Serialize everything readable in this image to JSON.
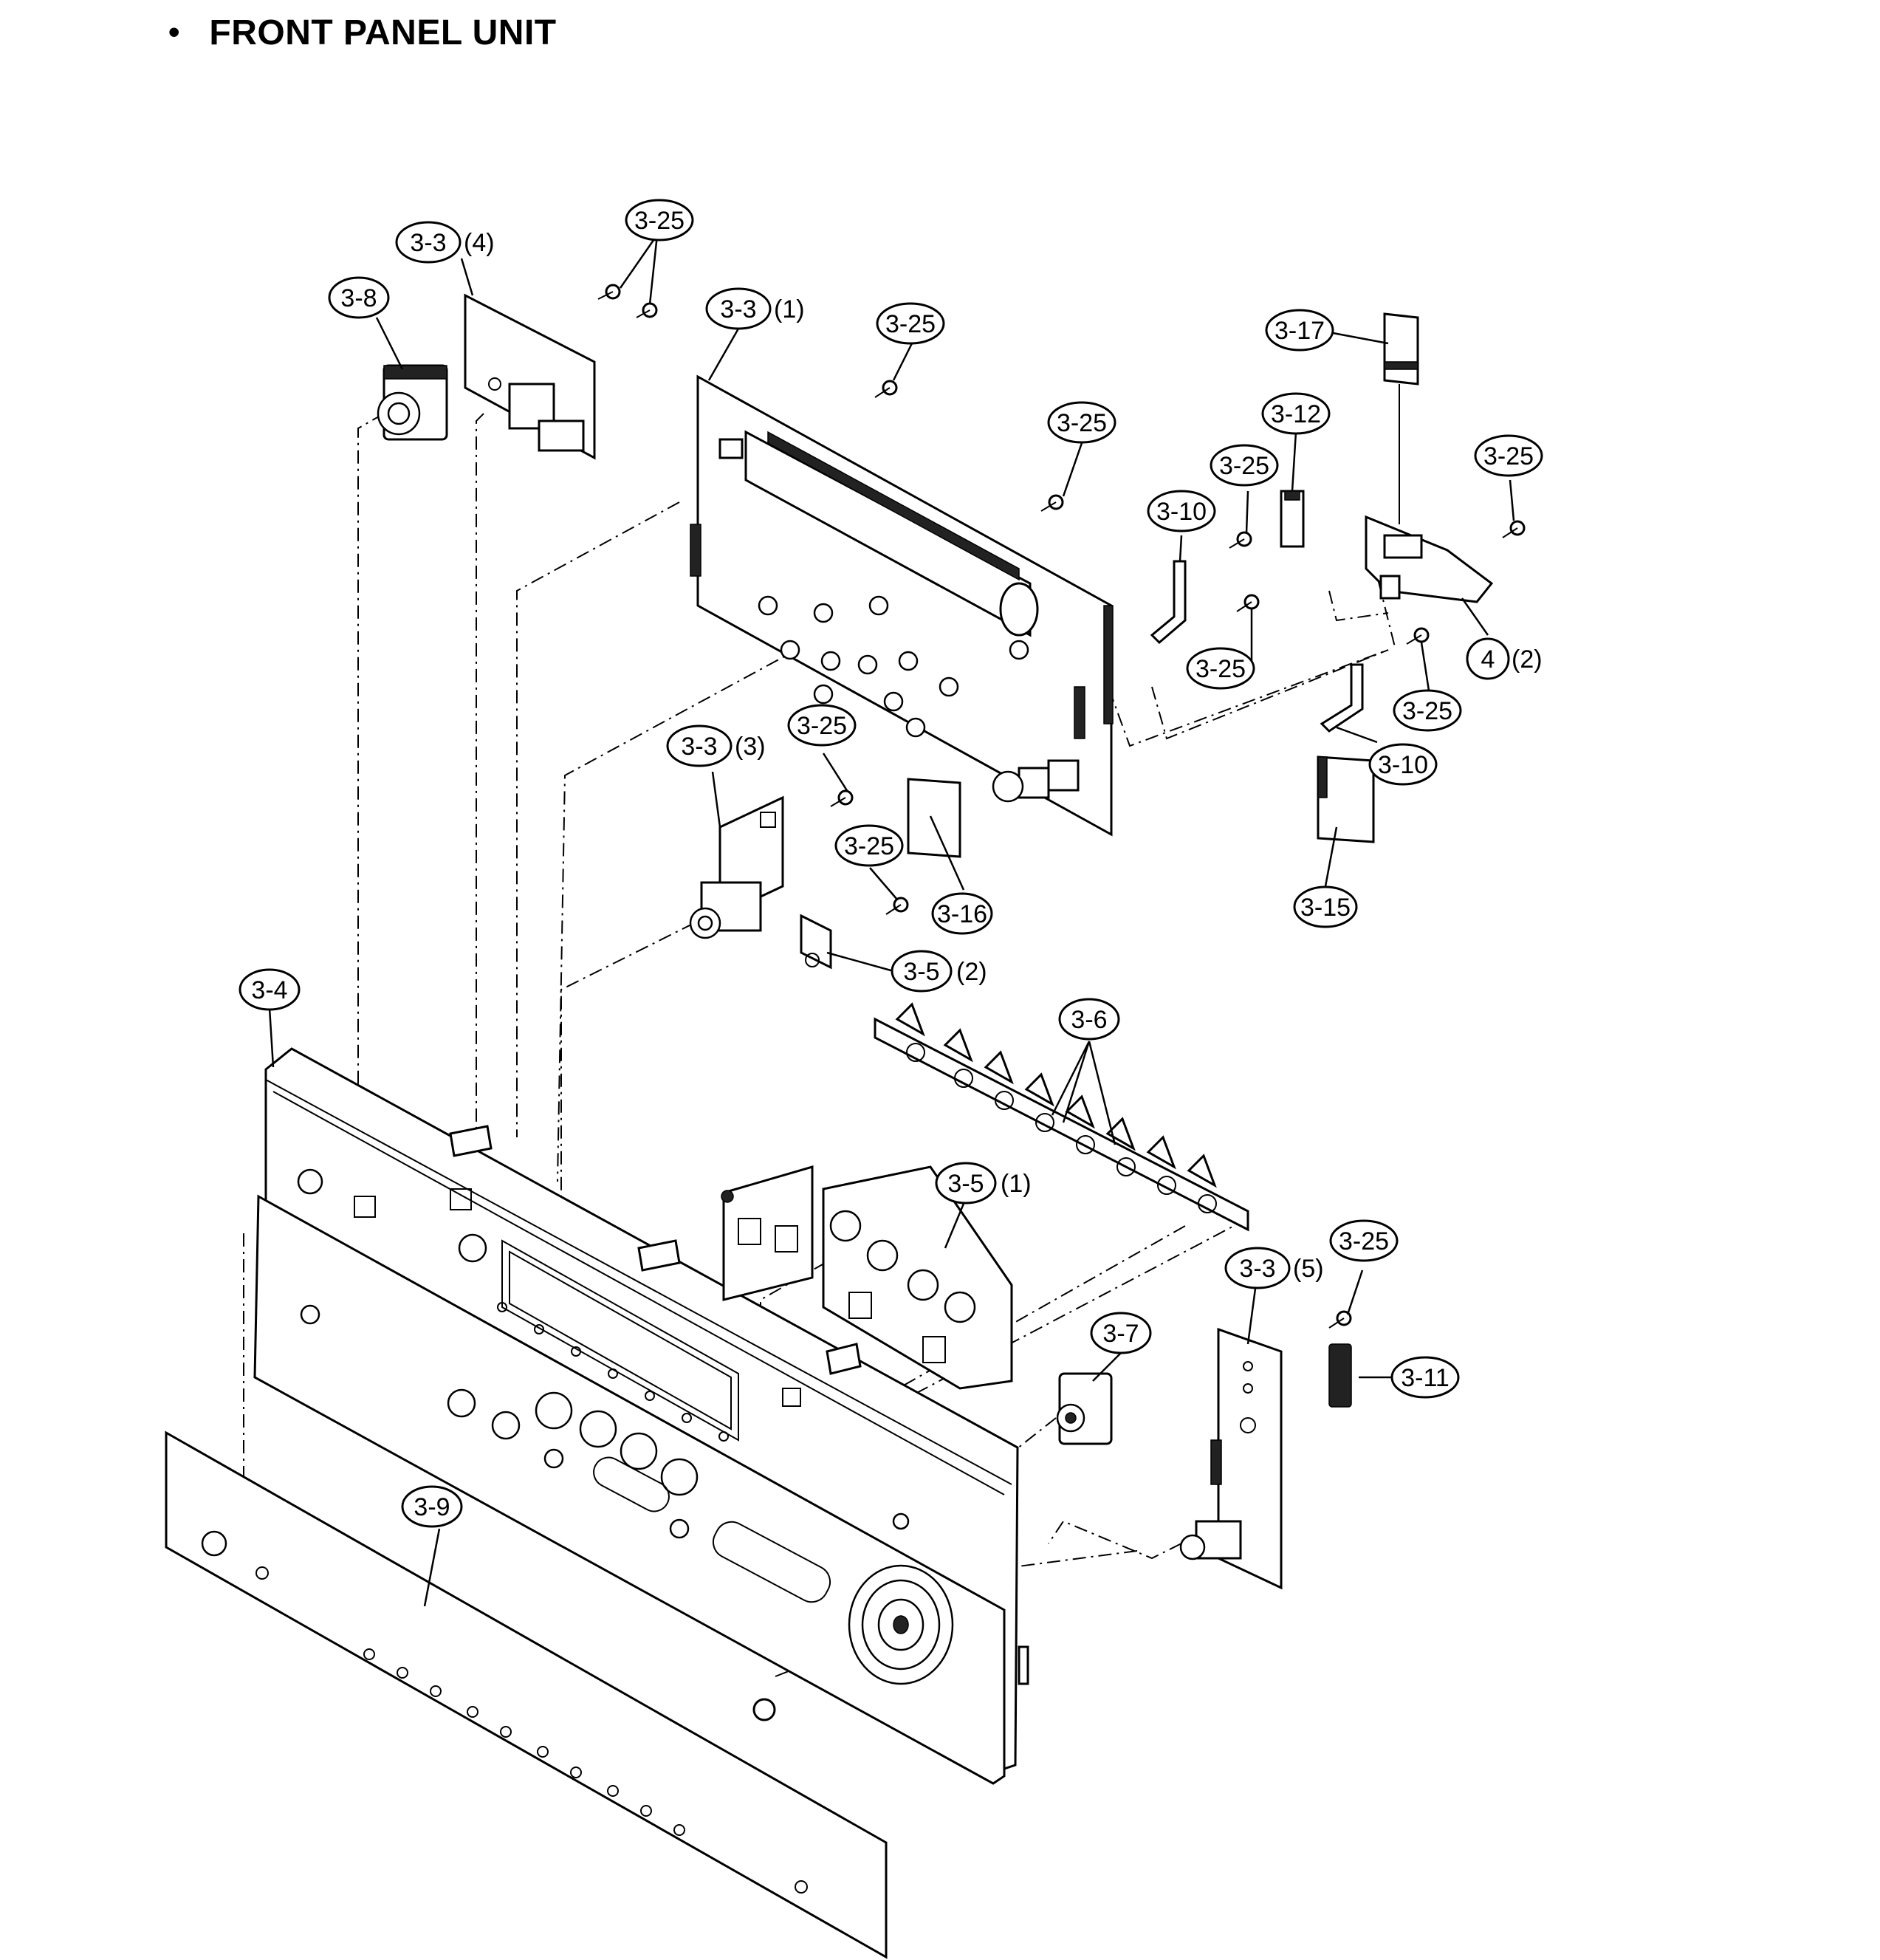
{
  "header": {
    "bullet": "•",
    "title": "FRONT PANEL UNIT"
  },
  "callouts": {
    "c_3_3_4": {
      "label": "3-3",
      "qty": "(4)"
    },
    "c_3_25_a": {
      "label": "3-25",
      "qty": ""
    },
    "c_3_8": {
      "label": "3-8",
      "qty": ""
    },
    "c_3_3_1": {
      "label": "3-3",
      "qty": "(1)"
    },
    "c_3_25_b": {
      "label": "3-25",
      "qty": ""
    },
    "c_3_17": {
      "label": "3-17",
      "qty": ""
    },
    "c_3_12": {
      "label": "3-12",
      "qty": ""
    },
    "c_3_25_c": {
      "label": "3-25",
      "qty": ""
    },
    "c_3_25_d": {
      "label": "3-25",
      "qty": ""
    },
    "c_3_25_e": {
      "label": "3-25",
      "qty": ""
    },
    "c_3_10_a": {
      "label": "3-10",
      "qty": ""
    },
    "c_3_25_f": {
      "label": "3-25",
      "qty": ""
    },
    "c_4_2": {
      "label": "4",
      "qty": "(2)"
    },
    "c_3_25_g": {
      "label": "3-25",
      "qty": ""
    },
    "c_3_10_b": {
      "label": "3-10",
      "qty": ""
    },
    "c_3_3_3": {
      "label": "3-3",
      "qty": "(3)"
    },
    "c_3_25_h": {
      "label": "3-25",
      "qty": ""
    },
    "c_3_25_i": {
      "label": "3-25",
      "qty": ""
    },
    "c_3_16": {
      "label": "3-16",
      "qty": ""
    },
    "c_3_15": {
      "label": "3-15",
      "qty": ""
    },
    "c_3_5_2": {
      "label": "3-5",
      "qty": "(2)"
    },
    "c_3_4": {
      "label": "3-4",
      "qty": ""
    },
    "c_3_6": {
      "label": "3-6",
      "qty": ""
    },
    "c_3_5_1": {
      "label": "3-5",
      "qty": "(1)"
    },
    "c_3_3_5": {
      "label": "3-3",
      "qty": "(5)"
    },
    "c_3_25_j": {
      "label": "3-25",
      "qty": ""
    },
    "c_3_7": {
      "label": "3-7",
      "qty": ""
    },
    "c_3_11": {
      "label": "3-11",
      "qty": ""
    },
    "c_3_9": {
      "label": "3-9",
      "qty": ""
    }
  }
}
